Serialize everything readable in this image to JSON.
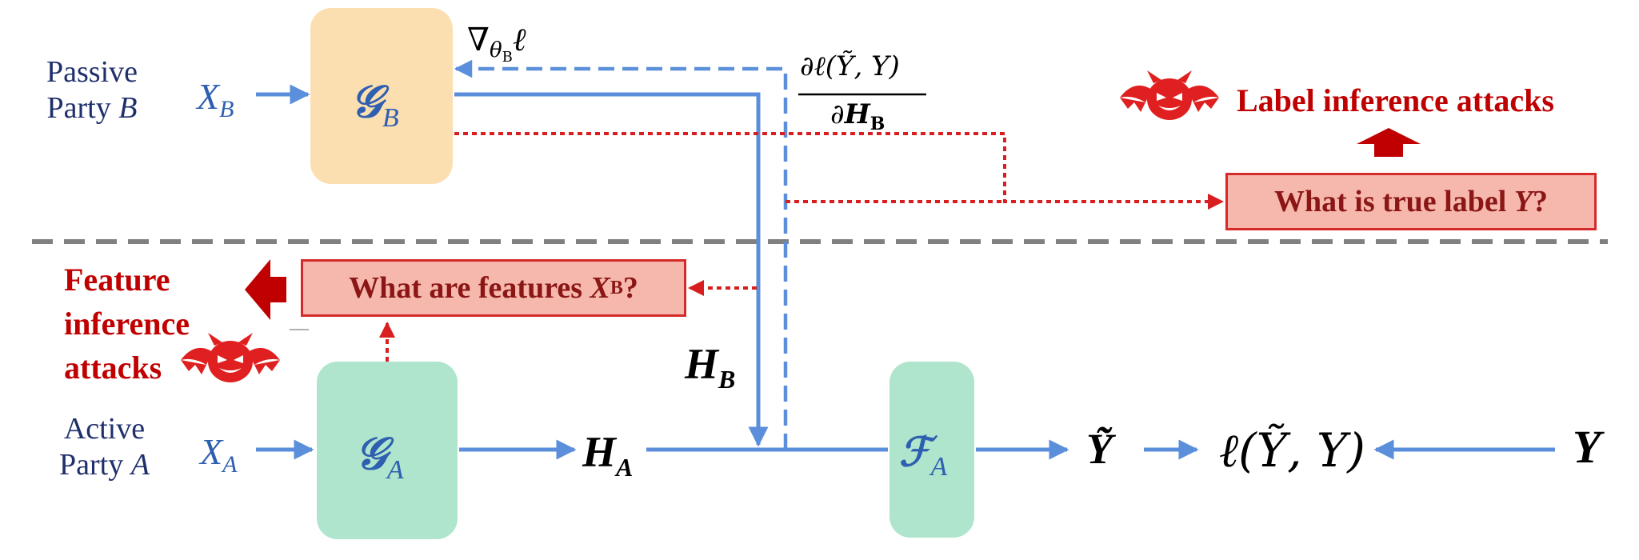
{
  "parties": {
    "passive": {
      "line1": "Passive",
      "line2_prefix": "Party ",
      "line2_var": "B"
    },
    "active": {
      "line1": "Active",
      "line2_prefix": "Party ",
      "line2_var": "A"
    }
  },
  "inputs": {
    "xb": {
      "base": "X",
      "sub": "B"
    },
    "xa": {
      "base": "X",
      "sub": "A"
    }
  },
  "blocks": {
    "gb": {
      "base": "𝒢",
      "sub": "B",
      "color": "#fcdfb1"
    },
    "ga": {
      "base": "𝒢",
      "sub": "A",
      "color": "#aee5cc"
    },
    "fa": {
      "base": "ℱ",
      "sub": "A",
      "color": "#aee5cc"
    }
  },
  "signals": {
    "hb": {
      "base": "H",
      "sub": "B"
    },
    "ha": {
      "base": "H",
      "sub": "A"
    },
    "ytilde": "Ỹ",
    "loss": "ℓ(Ỹ, Y)",
    "y": "Y",
    "grad_prefix": "∇",
    "grad_theta": "θ",
    "grad_sub": "B",
    "grad_loss": "ℓ",
    "deriv_numerator": "∂ℓ(Ỹ, Y)",
    "deriv_denominator_prefix": "∂",
    "deriv_denominator_base": "H",
    "deriv_denominator_sub": "B"
  },
  "attacks": {
    "label_title": "Label inference attacks",
    "label_question_prefix": "What is true label ",
    "label_question_var": "Y",
    "label_question_suffix": "?",
    "feature_title_lines": [
      "Feature",
      "inference",
      "attacks"
    ],
    "feature_question_prefix": "What are features ",
    "feature_question_var": "X",
    "feature_question_sub": "B",
    "feature_question_suffix": "?"
  },
  "colors": {
    "flow": "#5b8fdb",
    "attack": "#d81e1e",
    "divider": "#808080"
  }
}
